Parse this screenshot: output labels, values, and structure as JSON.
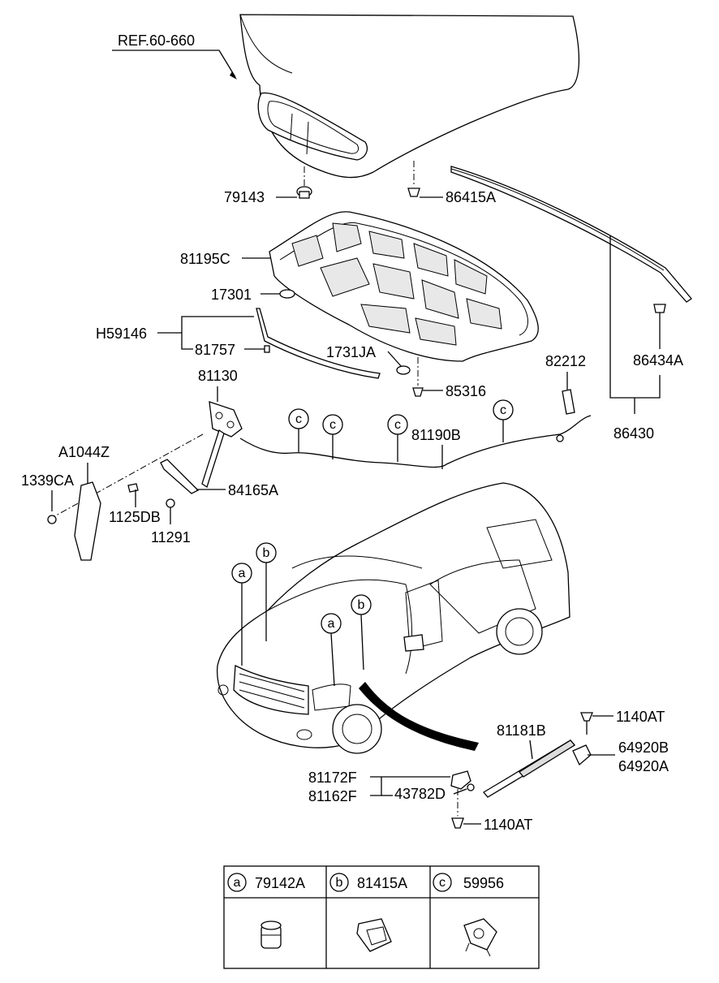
{
  "labels": {
    "ref": "REF.60-660",
    "p79143": "79143",
    "p86415A": "86415A",
    "p81195C": "81195C",
    "p17301": "17301",
    "pH59146": "H59146",
    "p81757": "81757",
    "p1731JA": "1731JA",
    "p85316": "85316",
    "p81130": "81130",
    "p82212": "82212",
    "p86434A": "86434A",
    "p86430": "86430",
    "p81190B": "81190B",
    "pA1044Z": "A1044Z",
    "p1339CA": "1339CA",
    "p84165A": "84165A",
    "p1125DB": "1125DB",
    "p11291": "11291",
    "p1140AT_top": "1140AT",
    "p81181B": "81181B",
    "p64920B": "64920B",
    "p64920A": "64920A",
    "p81172F": "81172F",
    "p81162F": "81162F",
    "p43782D": "43782D",
    "p1140AT_bot": "1140AT"
  },
  "callouts": {
    "a": "a",
    "b": "b",
    "c": "c"
  },
  "legend": [
    {
      "key": "a",
      "part": "79142A"
    },
    {
      "key": "b",
      "part": "81415A"
    },
    {
      "key": "c",
      "part": "59956"
    }
  ]
}
